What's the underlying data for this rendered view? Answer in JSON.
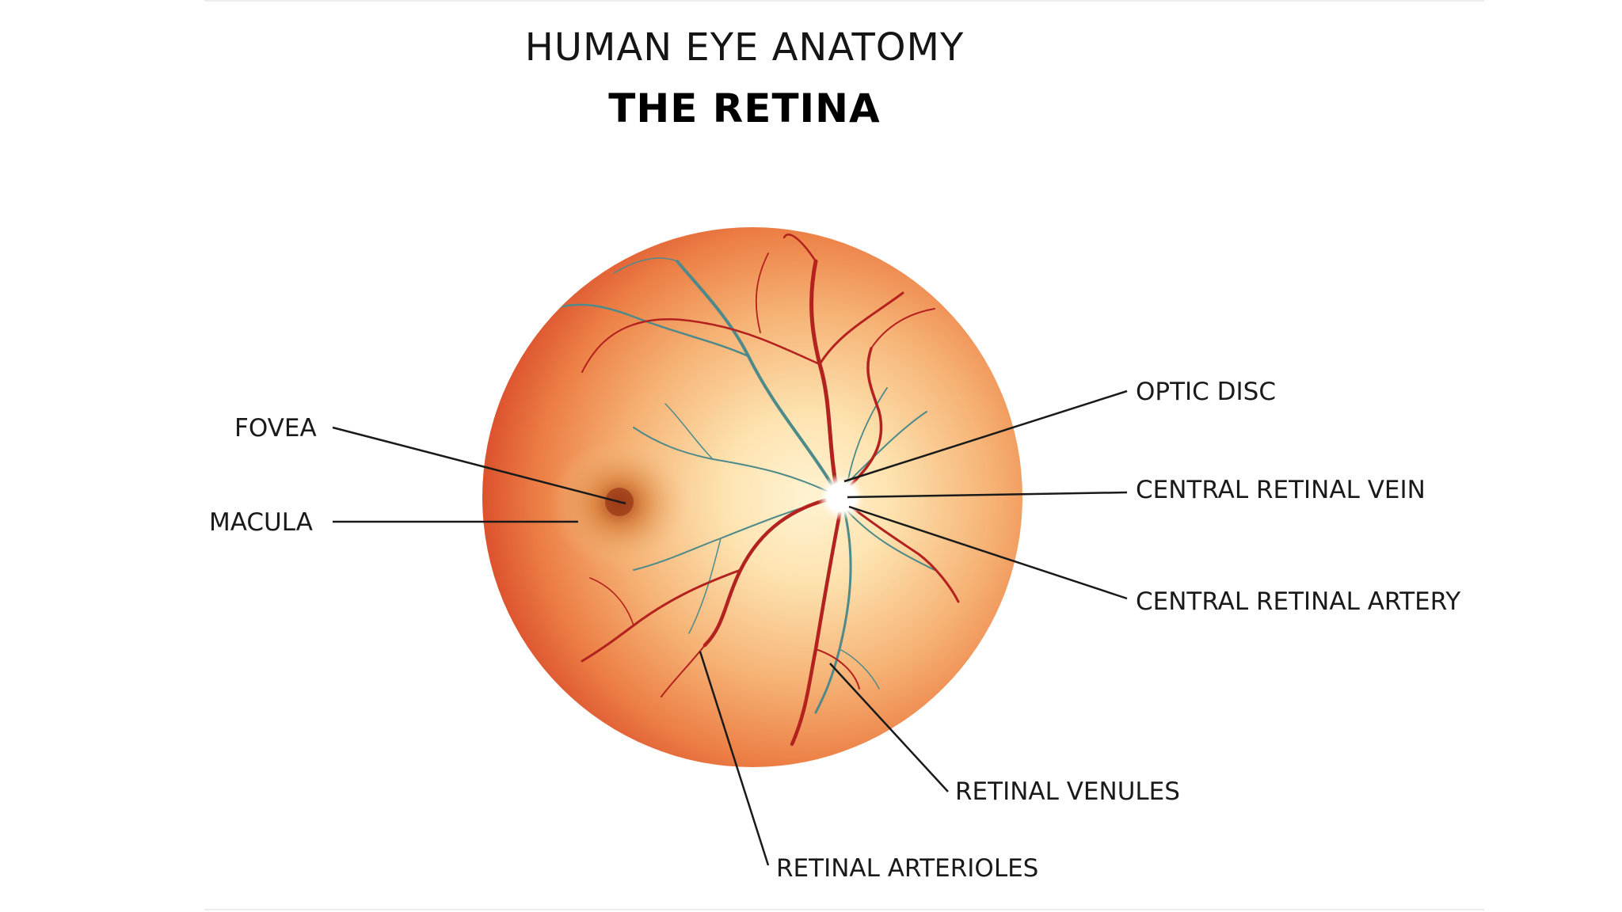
{
  "title": "HUMAN EYE ANATOMY",
  "subtitle": "THE RETINA",
  "labels": {
    "fovea": "FOVEA",
    "macula": "MACULA",
    "optic_disc": "OPTIC DISC",
    "central_retinal_vein": "CENTRAL RETINAL VEIN",
    "central_retinal_artery": "CENTRAL RETINAL ARTERY",
    "retinal_venules": "RETINAL VENULES",
    "retinal_arterioles": "RETINAL ARTERIOLES"
  },
  "colors": {
    "retina_center": "#fde6b4",
    "retina_mid": "#f5a764",
    "retina_edge": "#d9492a",
    "artery": "#b3221f",
    "vein": "#4f8a8b",
    "optic_disc": "#ffffff",
    "fovea": "#a7421c"
  }
}
